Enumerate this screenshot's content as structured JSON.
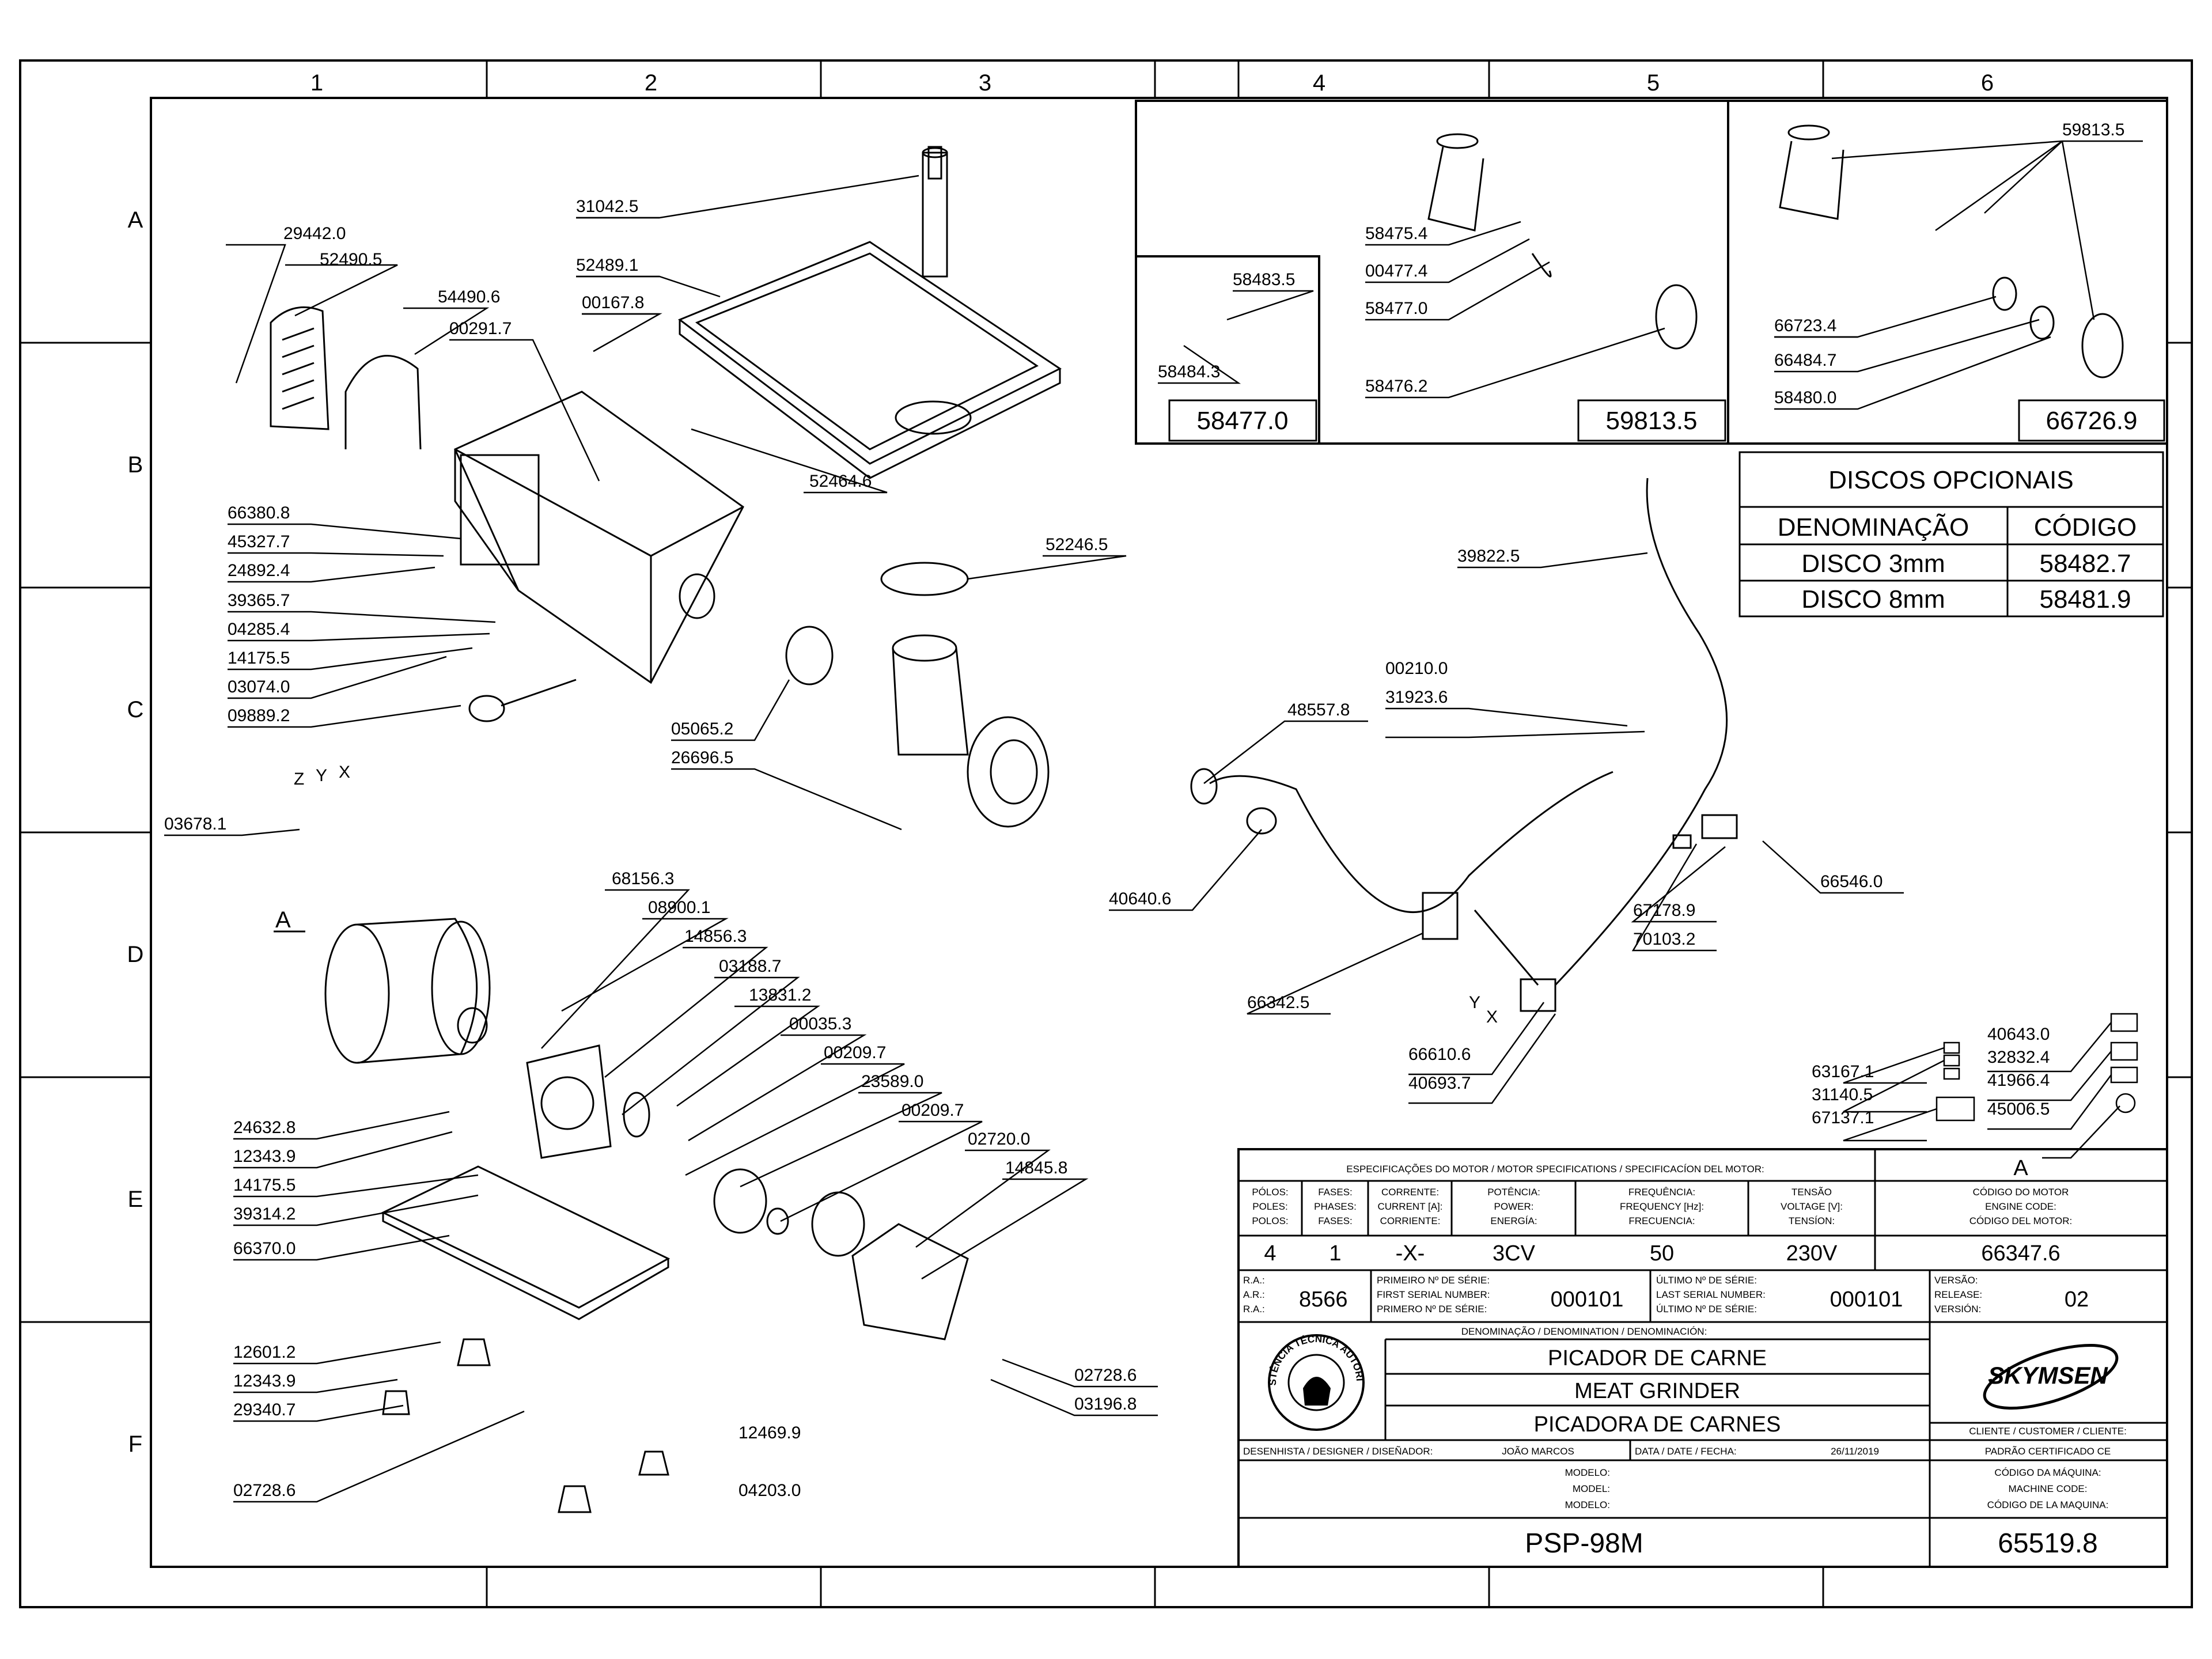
{
  "grid": {
    "columns": [
      "1",
      "2",
      "3",
      "4",
      "5",
      "6"
    ],
    "rows": [
      "A",
      "B",
      "C",
      "D",
      "E",
      "F"
    ]
  },
  "callouts": [
    "31042.5",
    "52489.1",
    "00167.8",
    "29442.0",
    "52490.5",
    "54490.6",
    "00291.7",
    "52464.6",
    "66380.8",
    "45327.7",
    "24892.4",
    "39365.7",
    "04285.4",
    "14175.5",
    "03074.0",
    "09889.2",
    "52246.5",
    "05065.2",
    "26696.5",
    "03678.1",
    "68156.3",
    "08900.1",
    "14856.3",
    "03188.7",
    "13831.2",
    "00035.3",
    "00209.7",
    "23589.0",
    "00209.7",
    "02720.0",
    "14845.8",
    "24632.8",
    "12343.9",
    "14175.5",
    "39314.2",
    "66370.0",
    "12601.2",
    "12343.9",
    "29340.7",
    "02728.6",
    "02728.6",
    "03196.8",
    "12469.9",
    "04203.0",
    "58475.4",
    "00477.4",
    "58477.0",
    "58476.2",
    "58483.5",
    "58484.3",
    "59813.5",
    "66723.4",
    "66484.7",
    "58480.0",
    "39822.5",
    "00210.0",
    "31923.6",
    "48557.8",
    "40640.6",
    "66546.0",
    "67178.9",
    "70103.2",
    "66342.5",
    "66610.6",
    "40693.7",
    "40643.0",
    "32832.4",
    "41966.4",
    "45006.5",
    "63167.1",
    "31140.5",
    "67137.1"
  ],
  "motor_label": "A",
  "wire_labels": [
    "Z",
    "Y",
    "X",
    "Y",
    "X"
  ],
  "detail_boxes": [
    "58477.0",
    "59813.5",
    "66726.9"
  ],
  "optional_discs": {
    "title": "DISCOS OPCIONAIS",
    "headers": [
      "DENOMINAÇÃO",
      "CÓDIGO"
    ],
    "rows": [
      [
        "DISCO 3mm",
        "58482.7"
      ],
      [
        "DISCO 8mm",
        "58481.9"
      ]
    ]
  },
  "title_block": {
    "spec_title": "ESPECIFICAÇÕES DO MOTOR / MOTOR SPECIFICATIONS / SPECIFICACÍON DEL MOTOR:",
    "spec_code_letter": "A",
    "spec_headers": [
      [
        "PÓLOS:",
        "POLES:",
        "POLOS:"
      ],
      [
        "FASES:",
        "PHASES:",
        "FASES:"
      ],
      [
        "CORRENTE:",
        "CURRENT [A]:",
        "CORRIENTE:"
      ],
      [
        "POTÊNCIA:",
        "POWER:",
        "ENERGÍA:"
      ],
      [
        "FREQUÊNCIA:",
        "FREQUENCY [Hz]:",
        "FRECUENCIA:"
      ],
      [
        "TENSÃO",
        "VOLTAGE [V]:",
        "TENSÍON:"
      ],
      [
        "CÓDIGO DO MOTOR",
        "ENGINE CODE:",
        "CÓDIGO DEL MOTOR:"
      ]
    ],
    "spec_values": [
      "4",
      "1",
      "-X-",
      "3CV",
      "50",
      "230V",
      "66347.6"
    ],
    "ra_labels": [
      "R.A.:",
      "A.R.:",
      "R.A.:"
    ],
    "ra_value": "8566",
    "first_serial_labels": [
      "PRIMEIRO Nº DE SÉRIE:",
      "FIRST SERIAL NUMBER:",
      "PRIMERO Nº DE SÉRIE:"
    ],
    "first_serial": "000101",
    "last_serial_labels": [
      "ÚLTIMO Nº DE SÉRIE:",
      "LAST SERIAL NUMBER:",
      "ÚLTIMO Nº DE SÉRIE:"
    ],
    "last_serial": "000101",
    "version_labels": [
      "VERSÃO:",
      "RELEASE:",
      "VERSIÓN:"
    ],
    "version": "02",
    "denomination_label": "DENOMINAÇÃO / DENOMINATION / DENOMINACIÓN:",
    "names": [
      "PICADOR DE CARNE",
      "MEAT GRINDER",
      "PICADORA DE CARNES"
    ],
    "brand": "SKYMSEN",
    "seal_text": "ASSISTÊNCIA TÉCNICA AUTORIZADA",
    "client_label": "CLIENTE / CUSTOMER / CLIENTE:",
    "client": "PADRÃO CERTIFICADO CE",
    "designer_label": "DESENHISTA / DESIGNER / DISEÑADOR:",
    "designer": "JOÃO MARCOS",
    "date_label": "DATA / DATE / FECHA:",
    "date": "26/11/2019",
    "model_labels": [
      "MODELO:",
      "MODEL:",
      "MODELO:"
    ],
    "model": "PSP-98M",
    "machine_code_labels": [
      "CÓDIGO DA MÁQUINA:",
      "MACHINE CODE:",
      "CÓDIGO DE LA MAQUINA:"
    ],
    "machine_code": "65519.8"
  }
}
